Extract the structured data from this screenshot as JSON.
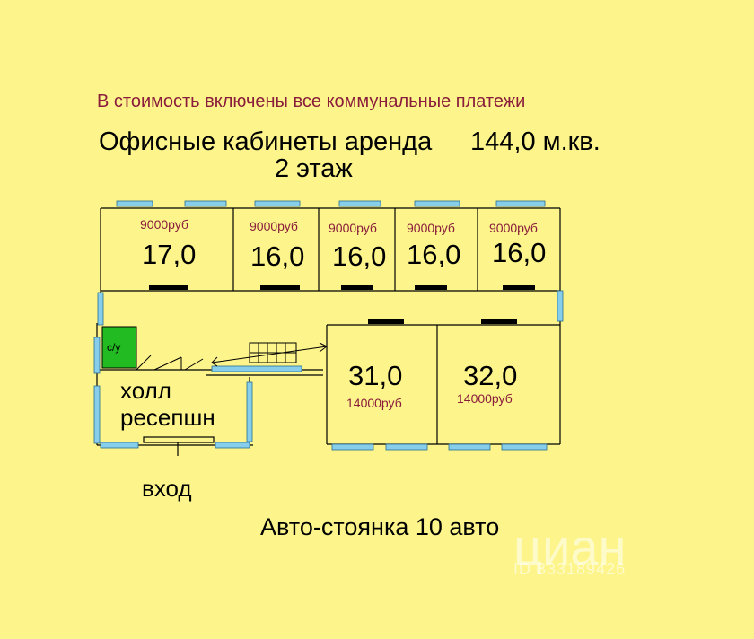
{
  "header": {
    "notice": "В стоимость включены все коммунальные платежи",
    "title": "Офисные кабинеты аренда",
    "total_area": "144,0 м.кв.",
    "floor": "2 этаж"
  },
  "offices": [
    {
      "price": "9000руб",
      "size": "17,0"
    },
    {
      "price": "9000руб",
      "size": "16,0"
    },
    {
      "price": "9000руб",
      "size": "16,0"
    },
    {
      "price": "9000руб",
      "size": "16,0"
    },
    {
      "price": "9000руб",
      "size": "16,0"
    },
    {
      "price": "14000руб",
      "size": "31,0"
    },
    {
      "price": "14000руб",
      "size": "32,0"
    }
  ],
  "rooms": {
    "wc": "с/у",
    "hall_line1": "холл",
    "hall_line2": "ресепшн",
    "entrance": "вход"
  },
  "parking": "Авто-стоянка 10 авто",
  "watermark": {
    "brand": "циан",
    "id": "ID 333189426"
  },
  "colors": {
    "background": "#fdf58b",
    "window": "#87ceeb",
    "wc": "#22bb22",
    "price": "#8a1d3c"
  }
}
